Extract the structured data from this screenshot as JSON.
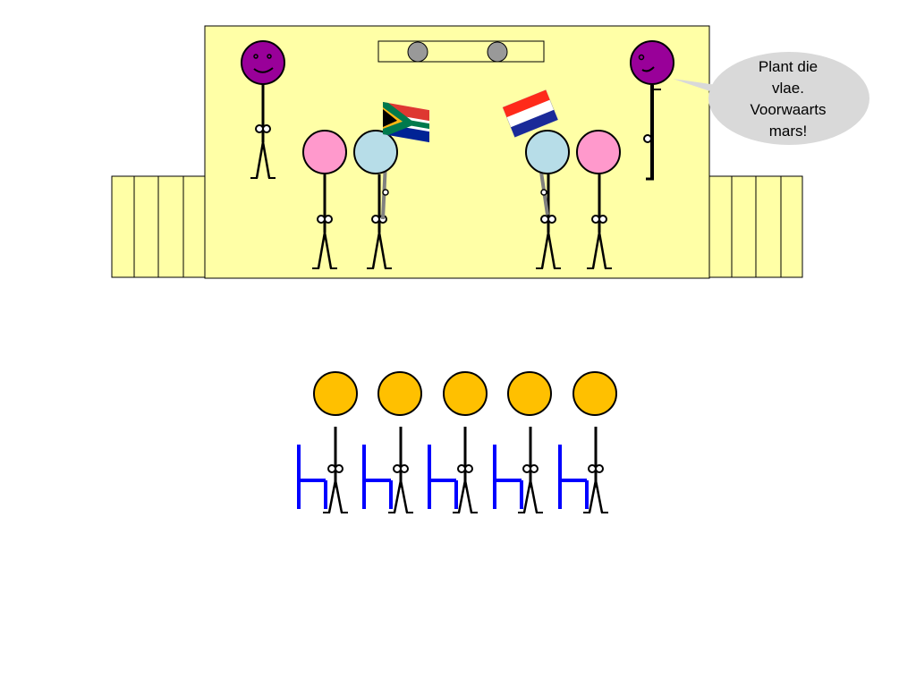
{
  "speech_bubble": {
    "lines": [
      "Plant die",
      "vlae.",
      "Voorwaarts",
      "mars!"
    ]
  },
  "colors": {
    "stage": "#ffffa6",
    "speaker_head": "#990099",
    "pink_head": "#ff99cc",
    "blue_head": "#b7dde8",
    "audience_head": "#ffc000",
    "chair": "#0000ff",
    "bubble": "#d9d9d9"
  },
  "scene": {
    "stage_people": 6,
    "audience_people": 5,
    "chairs": 5,
    "flags": [
      "south-africa-flag",
      "old-south-africa-flag"
    ]
  }
}
